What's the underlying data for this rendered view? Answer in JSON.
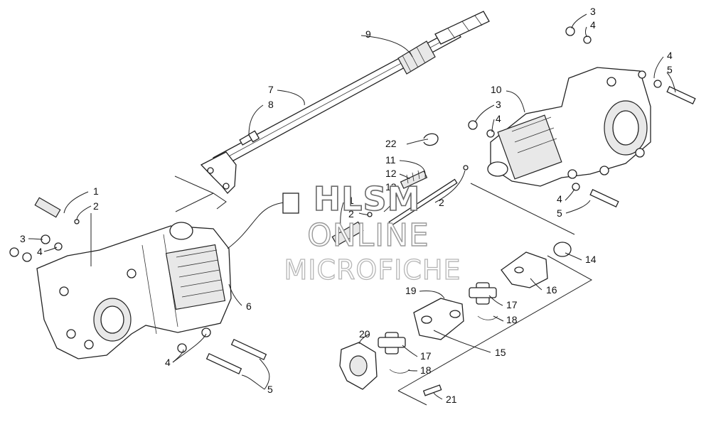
{
  "watermark": {
    "line1": "HLSM",
    "line2": "ONLINE",
    "line3": "MICROFICHE"
  },
  "callouts": [
    {
      "id": "c1a",
      "text": "1"
    },
    {
      "id": "c2a",
      "text": "2"
    },
    {
      "id": "c3a",
      "text": "3"
    },
    {
      "id": "c4a",
      "text": "4"
    },
    {
      "id": "c4b",
      "text": "4"
    },
    {
      "id": "c5a",
      "text": "5"
    },
    {
      "id": "c6",
      "text": "6"
    },
    {
      "id": "c7",
      "text": "7"
    },
    {
      "id": "c8",
      "text": "8"
    },
    {
      "id": "c9",
      "text": "9"
    },
    {
      "id": "c10",
      "text": "10"
    },
    {
      "id": "c3b",
      "text": "3"
    },
    {
      "id": "c4c",
      "text": "4"
    },
    {
      "id": "c3c",
      "text": "3"
    },
    {
      "id": "c4d",
      "text": "4"
    },
    {
      "id": "c4e",
      "text": "4"
    },
    {
      "id": "c5b",
      "text": "5"
    },
    {
      "id": "c4f",
      "text": "4"
    },
    {
      "id": "c5c",
      "text": "5"
    },
    {
      "id": "c22",
      "text": "22"
    },
    {
      "id": "c11",
      "text": "11"
    },
    {
      "id": "c12",
      "text": "12"
    },
    {
      "id": "c13",
      "text": "13"
    },
    {
      "id": "c1b",
      "text": "1"
    },
    {
      "id": "c2b",
      "text": "2"
    },
    {
      "id": "c2c",
      "text": "2"
    },
    {
      "id": "c14",
      "text": "14"
    },
    {
      "id": "c16",
      "text": "16"
    },
    {
      "id": "c19",
      "text": "19"
    },
    {
      "id": "c17a",
      "text": "17"
    },
    {
      "id": "c18a",
      "text": "18"
    },
    {
      "id": "c15",
      "text": "15"
    },
    {
      "id": "c20",
      "text": "20"
    },
    {
      "id": "c17b",
      "text": "17"
    },
    {
      "id": "c18b",
      "text": "18"
    },
    {
      "id": "c21",
      "text": "21"
    }
  ]
}
